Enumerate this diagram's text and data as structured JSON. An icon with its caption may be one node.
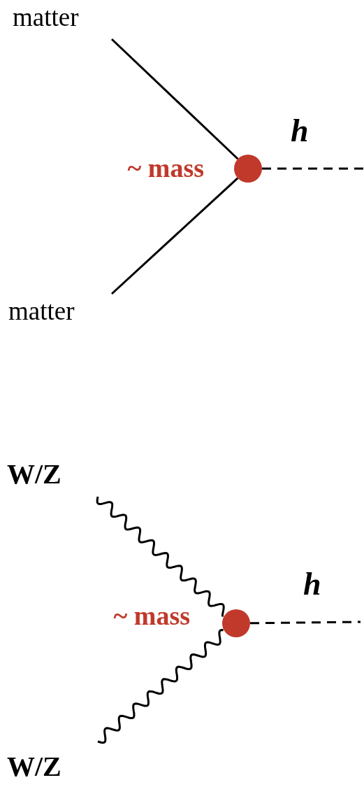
{
  "diagram": {
    "nodes": [
      {
        "text": [
          "matter"
        ]
      },
      {
        "text": [],
        "shape": "circle",
        "beside": [
          "~ mass"
        ]
      },
      {
        "text": [
          "matter"
        ]
      },
      {
        "text": [
          "W/Z"
        ]
      },
      {
        "text": [],
        "shape": "circle",
        "beside": [
          "~ mass"
        ]
      },
      {
        "text": [
          "W/Z"
        ]
      }
    ],
    "edges": [
      {
        "from": 0,
        "to": 1,
        "arrow": "none"
      },
      {
        "from": 2,
        "to": 1,
        "arrow": "none"
      },
      {
        "from": 1,
        "to": null,
        "arrow": "none",
        "style": "dashed",
        "label": "h"
      },
      {
        "from": 3,
        "to": 4,
        "arrow": "none"
      },
      {
        "from": 5,
        "to": 4,
        "arrow": "none"
      },
      {
        "from": 4,
        "to": null,
        "arrow": "none",
        "style": "dashed",
        "label": "h"
      }
    ]
  }
}
